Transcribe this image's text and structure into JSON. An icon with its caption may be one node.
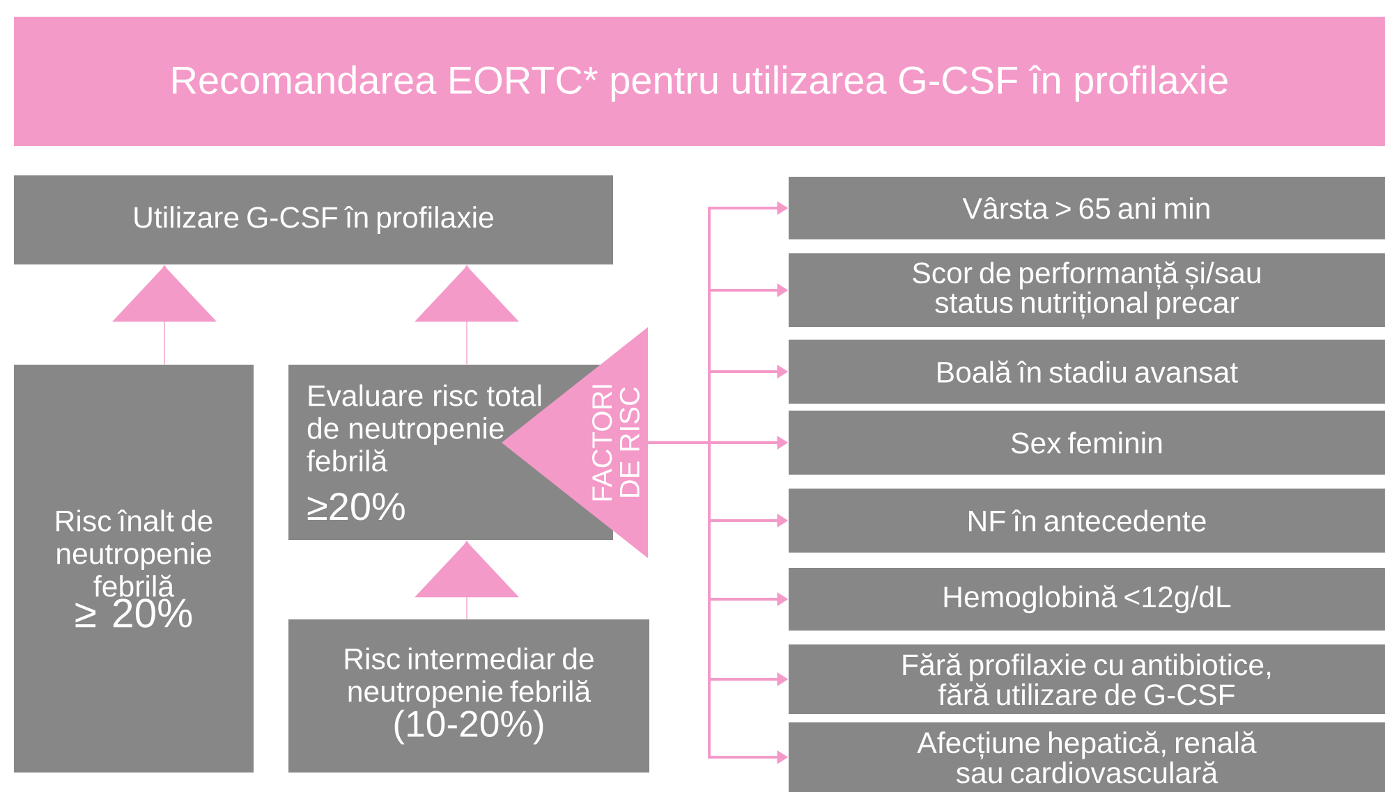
{
  "diagram": {
    "title": "Recomandarea EORTC* pentru utilizarea G-CSF în profilaxie",
    "nodes": [
      {
        "text": [
          "Utilizare G-CSF în profilaxie"
        ]
      },
      {
        "text": [
          "Risc înalt de neutropenie febrilă",
          "≥ 20%"
        ]
      },
      {
        "text": [
          "Evaluare risc total de neutropenie febrilă",
          "≥20%"
        ]
      },
      {
        "text": [
          "Risc intermediar de neutropenie febrilă",
          "(10-20%)"
        ]
      },
      {
        "text": [
          "FACTORI DE RISC"
        ]
      },
      {
        "text": [
          "Vârsta > 65 ani min"
        ]
      },
      {
        "text": [
          "Scor de performanță și/sau status nutrițional precar"
        ]
      },
      {
        "text": [
          "Boală în stadiu avansat"
        ]
      },
      {
        "text": [
          "Sex feminin"
        ]
      },
      {
        "text": [
          "NF în antecedente"
        ]
      },
      {
        "text": [
          "Hemoglobină <12g/dL"
        ]
      },
      {
        "text": [
          "Fără profilaxie cu antibiotice, fără utilizare de G-CSF"
        ]
      },
      {
        "text": [
          "Afecțiune hepatică, renală sau cardiovasculară"
        ]
      }
    ],
    "edges": [
      {
        "from": 1,
        "to": 0,
        "arrow": "to"
      },
      {
        "from": 2,
        "to": 0,
        "arrow": "to"
      },
      {
        "from": 3,
        "to": 2,
        "arrow": "to"
      },
      {
        "from": 4,
        "to": 5,
        "arrow": "to"
      },
      {
        "from": 4,
        "to": 6,
        "arrow": "to"
      },
      {
        "from": 4,
        "to": 7,
        "arrow": "to"
      },
      {
        "from": 4,
        "to": 8,
        "arrow": "to"
      },
      {
        "from": 4,
        "to": 9,
        "arrow": "to"
      },
      {
        "from": 4,
        "to": 10,
        "arrow": "to"
      },
      {
        "from": 4,
        "to": 11,
        "arrow": "to"
      },
      {
        "from": 4,
        "to": 12,
        "arrow": "to"
      }
    ]
  }
}
